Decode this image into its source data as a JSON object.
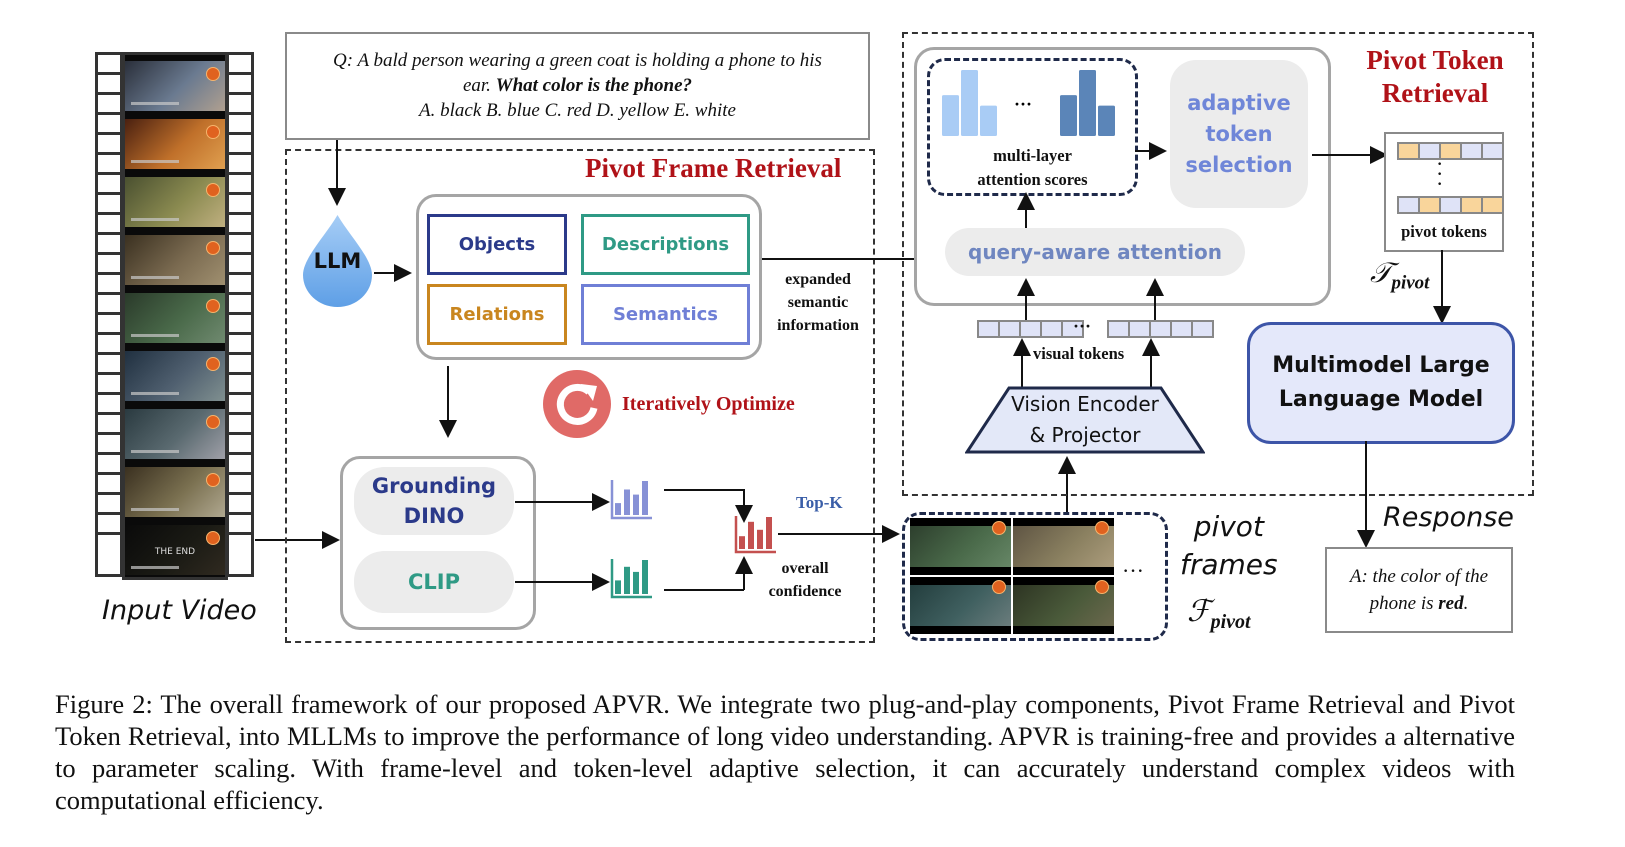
{
  "question": {
    "prefix": "Q",
    "line1": ": A bald person wearing a green coat is holding a phone to his",
    "line2_plain": "ear. ",
    "line2_bold": "What color is the phone?",
    "line3": "A. black B. blue C. red D. yellow E. white"
  },
  "input_video": {
    "label": "Input Video",
    "frames": [
      {
        "scene": "person drinking",
        "colors": [
          "#2a2f3a",
          "#6a7a90",
          "#b0a090"
        ]
      },
      {
        "scene": "man in warm light",
        "colors": [
          "#4a2010",
          "#c0702a",
          "#e0a050"
        ]
      },
      {
        "scene": "children in field",
        "colors": [
          "#4a5030",
          "#8a8a50",
          "#c0b080"
        ]
      },
      {
        "scene": "man at table",
        "colors": [
          "#3a3020",
          "#7a6a50",
          "#a09070"
        ]
      },
      {
        "scene": "man on phone",
        "colors": [
          "#2a3a2a",
          "#4a6a4a",
          "#708a70"
        ]
      },
      {
        "scene": "man on phone close",
        "colors": [
          "#203040",
          "#506070",
          "#809090"
        ]
      },
      {
        "scene": "woman on phone",
        "colors": [
          "#2a3a40",
          "#5a6a70",
          "#a0a0a8"
        ]
      },
      {
        "scene": "white van",
        "colors": [
          "#3a3020",
          "#7a7050",
          "#b0a890"
        ]
      },
      {
        "scene": "end card",
        "colors": [
          "#0a0a0a",
          "#1a1a14",
          "#302a20"
        ],
        "text": "THE END"
      }
    ]
  },
  "pivot_frame_retrieval": {
    "title": "Pivot Frame Retrieval",
    "llm_label": "LLM",
    "categories": [
      {
        "label": "Objects",
        "color": "#2b3a8a"
      },
      {
        "label": "Descriptions",
        "color": "#2f9a85"
      },
      {
        "label": "Relations",
        "color": "#c9861f"
      },
      {
        "label": "Semantics",
        "color": "#6f7fd6"
      }
    ],
    "expanded_info": [
      "expanded",
      "semantic",
      "information"
    ],
    "iterative_label": "Iteratively Optimize",
    "grounding_dino": [
      "Grounding",
      "DINO"
    ],
    "clip": "CLIP",
    "topk_label": "Top-K",
    "overall_confidence": [
      "overall",
      "confidence"
    ],
    "dino_chart_color": "#8791d6",
    "clip_chart_color": "#2f9a85",
    "overall_chart_color": "#c4504f"
  },
  "pivot_frames": {
    "label_line1": "pivot",
    "label_line2": "frames",
    "symbol_main": "ℱ",
    "symbol_sub": "pivot",
    "frames": [
      {
        "scene": "man on phone",
        "colors": [
          "#2a3a2a",
          "#4a6a4a",
          "#6a8a6a"
        ]
      },
      {
        "scene": "man in field",
        "colors": [
          "#5a5040",
          "#8a8060",
          "#b0a080"
        ]
      },
      {
        "scene": "woman on phone",
        "colors": [
          "#203a3a",
          "#406060",
          "#708080"
        ]
      },
      {
        "scene": "bald man green coat red phone",
        "colors": [
          "#2a3020",
          "#4a5a3a",
          "#706a50"
        ]
      }
    ],
    "ellipsis": "···"
  },
  "pivot_token_retrieval": {
    "title_line1": "Pivot Token",
    "title_line2": "Retrieval",
    "attention_scores": [
      "multi-layer",
      "attention scores"
    ],
    "light_bars": [
      0.62,
      1.0,
      0.46
    ],
    "dark_bars": [
      0.62,
      1.0,
      0.46
    ],
    "light_bar_color": "#a9ccf5",
    "dark_bar_color": "#5b85b8",
    "ellipsis": "···",
    "adaptive_selection": [
      "adaptive",
      "token",
      "selection"
    ],
    "query_attention": "query-aware attention",
    "visual_tokens_label": "visual tokens",
    "vision_encoder": [
      "Vision Encoder",
      "& Projector"
    ],
    "pivot_tokens_label": "pivot tokens",
    "pivot_token_rows": [
      [
        "o",
        "b",
        "o",
        "b",
        "b"
      ],
      [
        "b",
        "o",
        "b",
        "o",
        "o"
      ]
    ],
    "token_colors": {
      "o": "#f9d59b",
      "b": "#dfe3f7"
    },
    "t_symbol_main": "𝒯",
    "t_symbol_sub": "pivot"
  },
  "mllm": {
    "line1": "Multimodel Large",
    "line2": "Language Model"
  },
  "response": {
    "label": "Response",
    "line1": "A: the color of the",
    "line2_plain": "phone is ",
    "line2_bold": "red",
    "line2_end": "."
  },
  "caption": "Figure 2: The overall framework of our proposed APVR. We integrate two plug-and-play components, Pivot Frame Retrieval and Pivot Token Retrieval, into MLLMs to improve the performance of long video understanding. APVR is training-free and provides a alternative to parameter scaling. With frame-level and token-level adaptive selection, it can accurately understand complex videos with computational efficiency."
}
